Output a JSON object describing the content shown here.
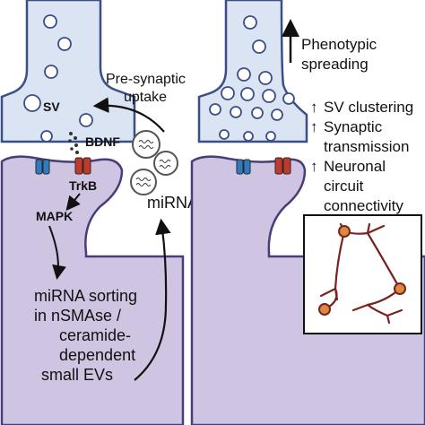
{
  "colors": {
    "presynaptic_fill": "#dbe4f3",
    "presynaptic_stroke": "#3b4f86",
    "postsynaptic_fill": "#cfc4e2",
    "postsynaptic_stroke": "#4a3d78",
    "vesicle_fill": "#ffffff",
    "trkb_receptor": "#c0392b",
    "blue_channel": "#2f7ac0",
    "network_line": "#7a2222",
    "neuron_soma": "#d98a3a",
    "arrow": "#111111"
  },
  "left_panel": {
    "sv_label": "SV",
    "bdnf_label": "BDNF",
    "trkb_label": "TrkB",
    "mapk_label": "MAPK",
    "uptake_label": [
      "Pre-synaptic",
      "uptake"
    ],
    "mirna_label": "miRNA",
    "sorting_label": [
      "miRNA sorting",
      "in nSMAse /",
      "ceramide-",
      "dependent",
      "small EVs"
    ]
  },
  "right_panel": {
    "phenotypic_label": [
      "Phenotypic",
      "spreading"
    ],
    "effects": [
      "SV clustering",
      "Synaptic",
      "transmission",
      "Neuronal",
      "circuit",
      "connectivity"
    ],
    "up_arrow_glyph": "↑"
  }
}
